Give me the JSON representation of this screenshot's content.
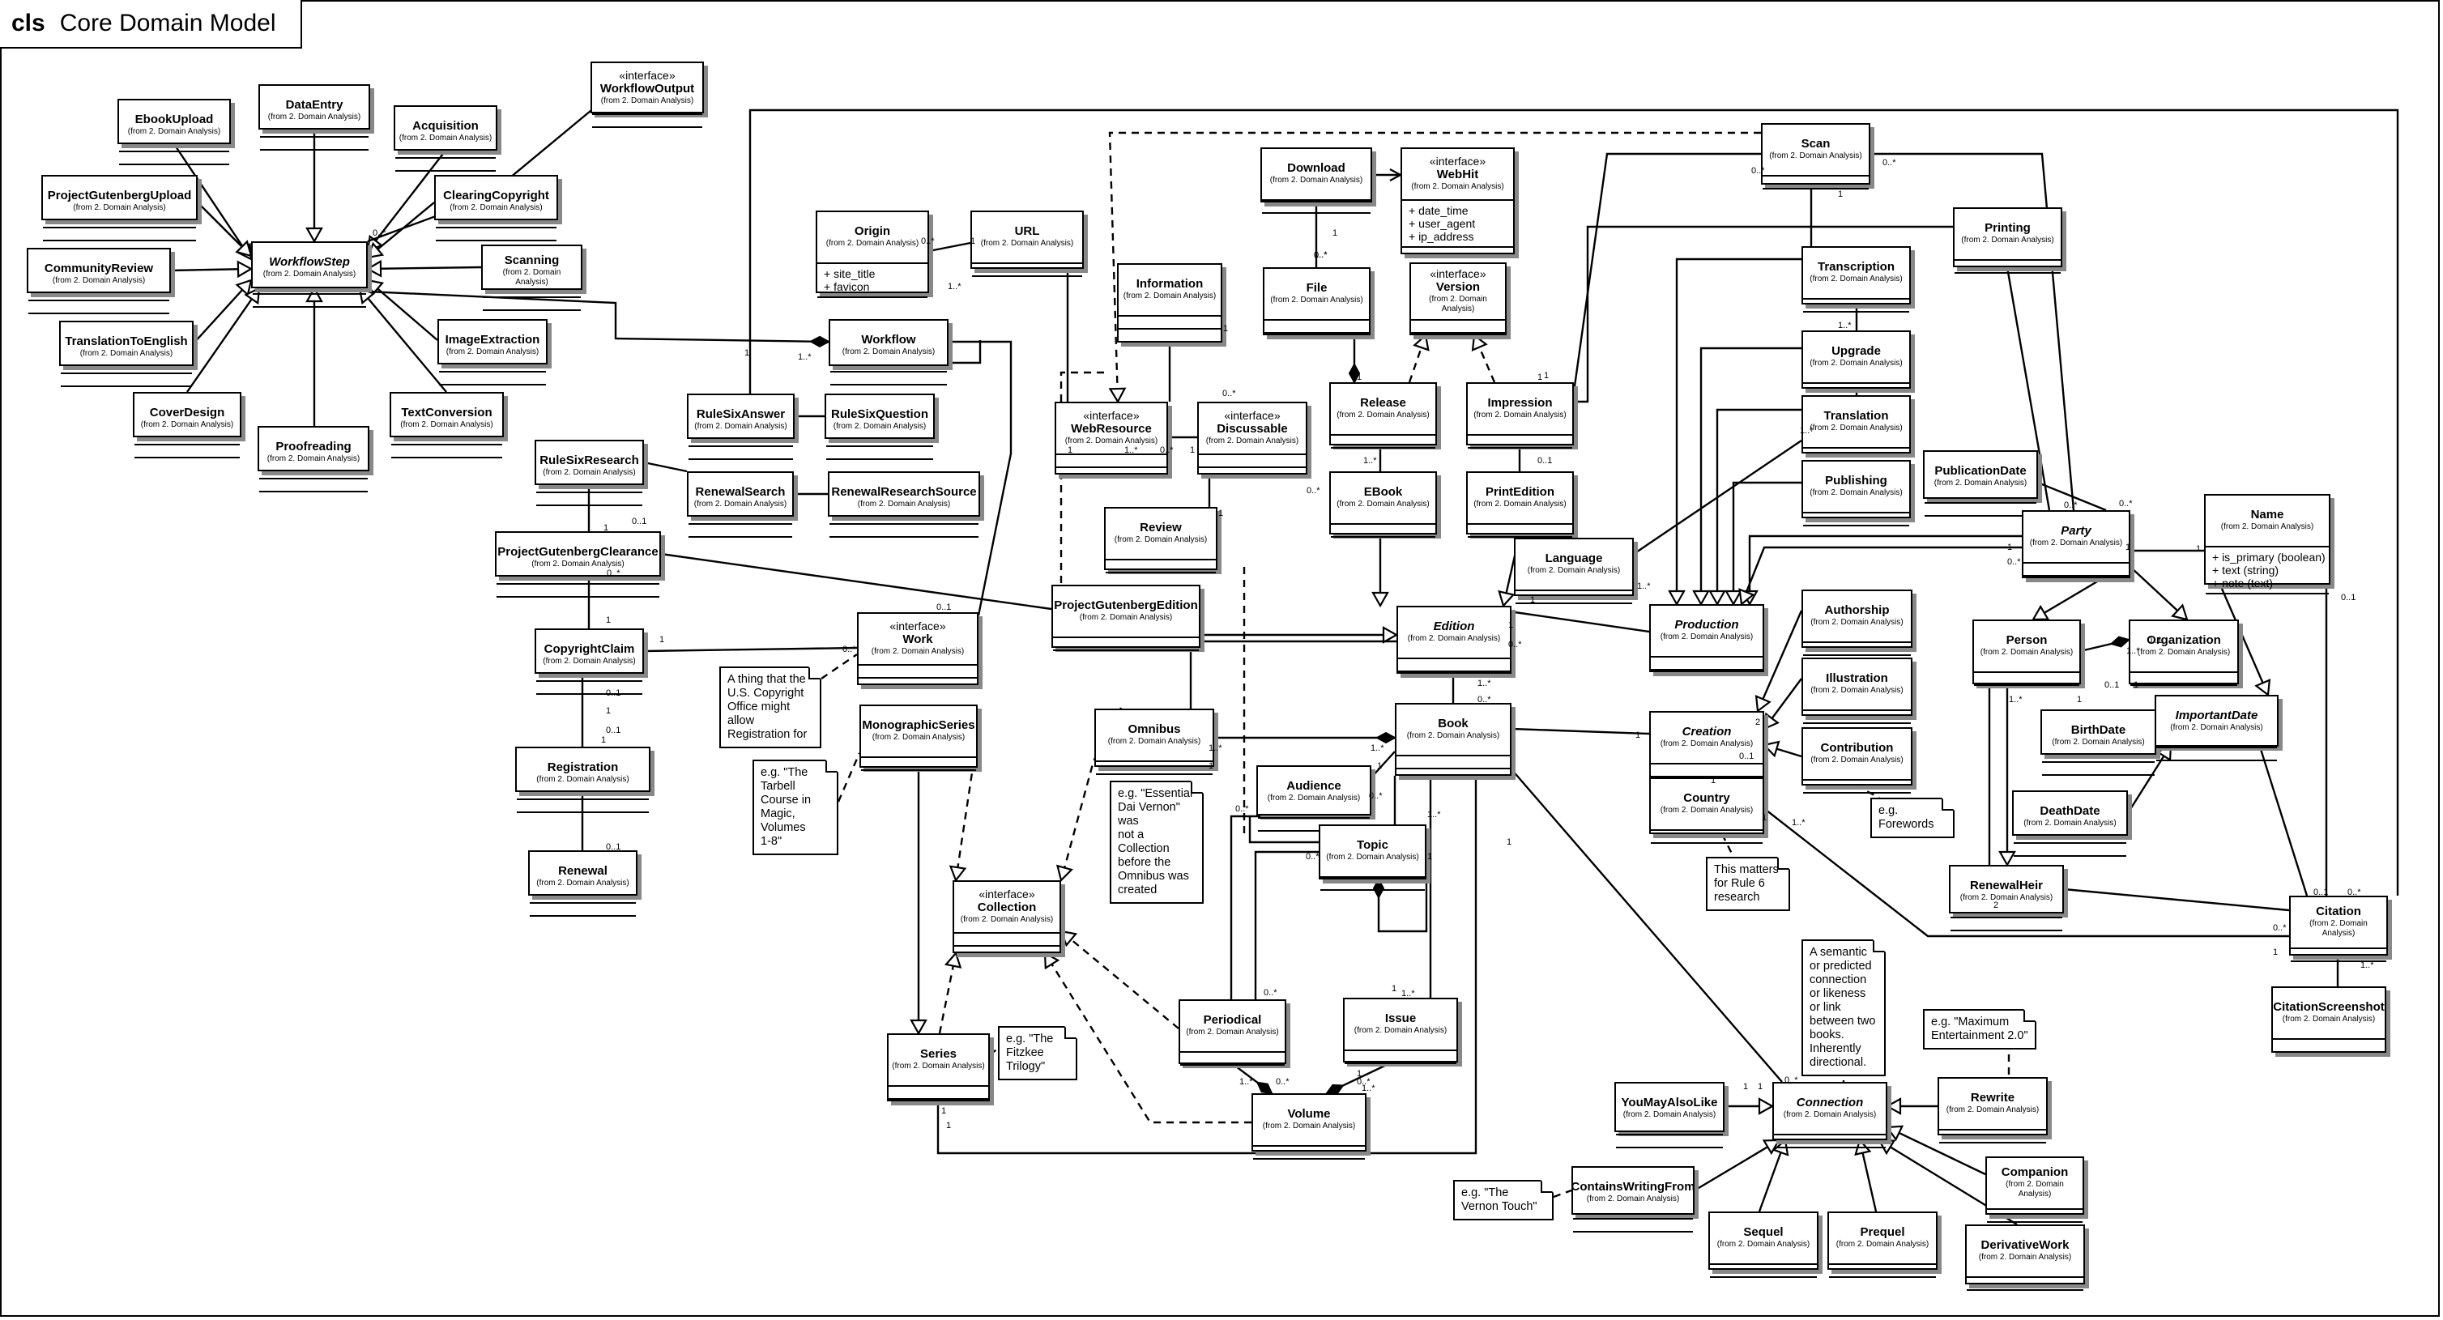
{
  "diagram": {
    "keyword": "cls",
    "title": "Core Domain Model",
    "from_label": "(from 2. Domain Analysis)",
    "interface_stereotype": "«interface»"
  },
  "classes": [
    {
      "id": "ebookupload",
      "name": "EbookUpload"
    },
    {
      "id": "dataentry",
      "name": "DataEntry"
    },
    {
      "id": "acquisition",
      "name": "Acquisition"
    },
    {
      "id": "projectgutenbergupload",
      "name": "ProjectGutenbergUpload"
    },
    {
      "id": "clearingcopyright",
      "name": "ClearingCopyright"
    },
    {
      "id": "communityreview",
      "name": "CommunityReview"
    },
    {
      "id": "workflowstep",
      "name": "WorkflowStep",
      "abstract": true
    },
    {
      "id": "scanning",
      "name": "Scanning"
    },
    {
      "id": "translationtoenglish",
      "name": "TranslationToEnglish"
    },
    {
      "id": "imageextraction",
      "name": "ImageExtraction"
    },
    {
      "id": "coverdesign",
      "name": "CoverDesign"
    },
    {
      "id": "textconversion",
      "name": "TextConversion"
    },
    {
      "id": "proofreading",
      "name": "Proofreading"
    },
    {
      "id": "workflowoutput",
      "name": "WorkflowOutput",
      "interface": true
    },
    {
      "id": "workflow",
      "name": "Workflow"
    },
    {
      "id": "rulesixanswer",
      "name": "RuleSixAnswer"
    },
    {
      "id": "rulesixquestion",
      "name": "RuleSixQuestion"
    },
    {
      "id": "rulesixresearch",
      "name": "RuleSixResearch"
    },
    {
      "id": "renewalsearch",
      "name": "RenewalSearch"
    },
    {
      "id": "renewalresearchsource",
      "name": "RenewalResearchSource"
    },
    {
      "id": "projectgutenbergclearance",
      "name": "ProjectGutenbergClearance"
    },
    {
      "id": "copyrightclaim",
      "name": "CopyrightClaim"
    },
    {
      "id": "registration",
      "name": "Registration"
    },
    {
      "id": "renewal",
      "name": "Renewal"
    },
    {
      "id": "origin",
      "name": "Origin",
      "attrs": [
        "+ site_title",
        "+ favicon"
      ]
    },
    {
      "id": "url",
      "name": "URL"
    },
    {
      "id": "information",
      "name": "Information"
    },
    {
      "id": "webresource",
      "name": "WebResource",
      "interface": true
    },
    {
      "id": "discussable",
      "name": "Discussable",
      "interface": true
    },
    {
      "id": "review",
      "name": "Review"
    },
    {
      "id": "projectgutenbergedition",
      "name": "ProjectGutenbergEdition"
    },
    {
      "id": "work",
      "name": "Work",
      "interface": true
    },
    {
      "id": "monographicseries",
      "name": "MonographicSeries"
    },
    {
      "id": "download",
      "name": "Download"
    },
    {
      "id": "webhit",
      "name": "WebHit",
      "interface": true,
      "attrs": [
        "+ date_time",
        "+ user_agent",
        "+ ip_address"
      ]
    },
    {
      "id": "file",
      "name": "File"
    },
    {
      "id": "version",
      "name": "Version",
      "interface": true
    },
    {
      "id": "release",
      "name": "Release"
    },
    {
      "id": "impression",
      "name": "Impression"
    },
    {
      "id": "ebook",
      "name": "EBook"
    },
    {
      "id": "printedition",
      "name": "PrintEdition"
    },
    {
      "id": "edition",
      "name": "Edition",
      "abstract": true
    },
    {
      "id": "omnibus",
      "name": "Omnibus"
    },
    {
      "id": "book",
      "name": "Book"
    },
    {
      "id": "audience",
      "name": "Audience"
    },
    {
      "id": "topic",
      "name": "Topic"
    },
    {
      "id": "collection",
      "name": "Collection",
      "interface": true
    },
    {
      "id": "periodical",
      "name": "Periodical"
    },
    {
      "id": "issue",
      "name": "Issue"
    },
    {
      "id": "series",
      "name": "Series"
    },
    {
      "id": "volume",
      "name": "Volume"
    },
    {
      "id": "scan",
      "name": "Scan"
    },
    {
      "id": "transcription",
      "name": "Transcription"
    },
    {
      "id": "upgrade",
      "name": "Upgrade"
    },
    {
      "id": "translation",
      "name": "Translation"
    },
    {
      "id": "publishing",
      "name": "Publishing"
    },
    {
      "id": "language",
      "name": "Language"
    },
    {
      "id": "production",
      "name": "Production",
      "abstract": true
    },
    {
      "id": "authorship",
      "name": "Authorship"
    },
    {
      "id": "illustration",
      "name": "Illustration"
    },
    {
      "id": "creation",
      "name": "Creation",
      "abstract": true
    },
    {
      "id": "contribution",
      "name": "Contribution"
    },
    {
      "id": "country",
      "name": "Country"
    },
    {
      "id": "printing",
      "name": "Printing"
    },
    {
      "id": "publicationdate",
      "name": "PublicationDate"
    },
    {
      "id": "party",
      "name": "Party",
      "abstract": true
    },
    {
      "id": "name",
      "name": "Name",
      "attrs": [
        "+ is_primary (boolean)",
        "+ text (string)",
        "+ note (text)"
      ]
    },
    {
      "id": "person",
      "name": "Person"
    },
    {
      "id": "organization",
      "name": "Organization"
    },
    {
      "id": "birthdate",
      "name": "BirthDate"
    },
    {
      "id": "importantdate",
      "name": "ImportantDate",
      "abstract": true
    },
    {
      "id": "deathdate",
      "name": "DeathDate"
    },
    {
      "id": "renewalheir",
      "name": "RenewalHeir"
    },
    {
      "id": "citation",
      "name": "Citation"
    },
    {
      "id": "citationscreenshot",
      "name": "CitationScreenshot"
    },
    {
      "id": "youmayalsolike",
      "name": "YouMayAlsoLike"
    },
    {
      "id": "connection",
      "name": "Connection",
      "abstract": true
    },
    {
      "id": "rewrite",
      "name": "Rewrite"
    },
    {
      "id": "companion",
      "name": "Companion"
    },
    {
      "id": "containswritingfrom",
      "name": "ContainsWritingFrom"
    },
    {
      "id": "sequel",
      "name": "Sequel"
    },
    {
      "id": "prequel",
      "name": "Prequel"
    },
    {
      "id": "derivativework",
      "name": "DerivativeWork"
    }
  ],
  "notes": [
    {
      "id": "note-copyright-office",
      "lines": [
        "A thing that the",
        "U.S. Copyright",
        "Office might allow",
        "Registration for"
      ]
    },
    {
      "id": "note-tarbell",
      "lines": [
        "e.g. \"The",
        "Tarbell",
        "Course in",
        "Magic,",
        "Volumes",
        "1-8\""
      ]
    },
    {
      "id": "note-dai-vernon",
      "lines": [
        "e.g. \"Essential",
        "Dai Vernon\" was",
        "not a Collection",
        "before the",
        "Omnibus was",
        "created"
      ]
    },
    {
      "id": "note-fitzkee",
      "lines": [
        "e.g. \"The",
        "Fitzkee",
        "Trilogy\""
      ]
    },
    {
      "id": "note-forewords",
      "lines": [
        "e.g.",
        "Forewords"
      ]
    },
    {
      "id": "note-rule6",
      "lines": [
        "This matters",
        "for Rule 6",
        "research"
      ]
    },
    {
      "id": "note-semantic",
      "lines": [
        "A semantic",
        "or predicted",
        "connection",
        "or likeness",
        "or link",
        "between two",
        "books.",
        "Inherently",
        "directional."
      ]
    },
    {
      "id": "note-max-ent",
      "lines": [
        "e.g. \"Maximum",
        "Entertainment 2.0\""
      ]
    },
    {
      "id": "note-vernon-touch",
      "lines": [
        "e.g. \"The",
        "Vernon Touch\""
      ]
    }
  ],
  "multiplicities": [
    "0..*",
    "1..*",
    "1",
    "0..1",
    "1",
    "0..*",
    "1",
    "0..1",
    "1",
    "0..1",
    "1",
    "0..1",
    "0..1",
    "0..*",
    "1",
    "0..*",
    "1",
    "1..*",
    "1",
    "1..*",
    "0..*",
    "1",
    "0..*",
    "1",
    "1",
    "0..*",
    "1",
    "1..*",
    "1",
    "1..*",
    "1",
    "0..1",
    "1",
    "0..*",
    "1..*",
    "0..*",
    "1..*",
    "1",
    "1..*",
    "1",
    "0..*",
    "0..*",
    "0..*",
    "1",
    "1..*",
    "1..*",
    "1",
    "0..*",
    "1..*",
    "0..*",
    "0..*",
    "1",
    "1..*",
    "1",
    "1",
    "1",
    "1..*",
    "1",
    "0..*",
    "0..*",
    "1",
    "1..*",
    "1..*",
    "1",
    "0..1",
    "1",
    "1",
    "2",
    "1..*",
    "0..*",
    "0..*",
    "1",
    "0..*",
    "1",
    "1",
    "1..*",
    "0..1",
    "0..1",
    "1",
    "1",
    "1..*",
    "0..1",
    "0..*",
    "0..1",
    "0..*",
    "1",
    "2",
    "1..*",
    "0..*",
    "1",
    "1",
    "1",
    "0..*"
  ]
}
